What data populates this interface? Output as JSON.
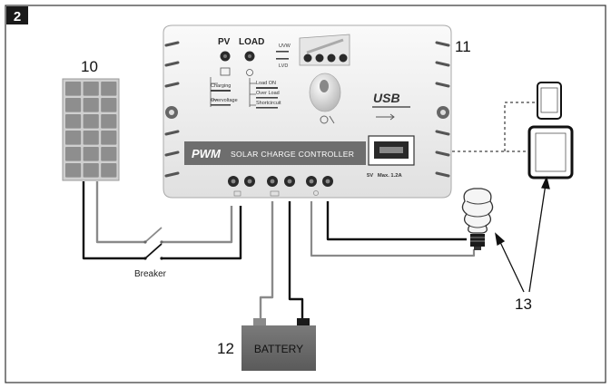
{
  "figure": {
    "badge": "2",
    "callouts": {
      "solar_panel": "10",
      "controller": "11",
      "battery": "12",
      "devices": "13"
    }
  },
  "controller": {
    "pv_label": "PV",
    "load_label": "LOAD",
    "uvw_label": "UVW",
    "lvd_label": "LVD",
    "charging_label": "Charging",
    "overvoltage_label": "Overvoltage",
    "load_on_label": "Load ON",
    "over_load_label": "Over Load",
    "short_circuit_label": "Shortcircuit",
    "usb_logo": "USB",
    "title_pwm": "PWM",
    "title_rest": "SOLAR CHARGE CONTROLLER",
    "usb_spec": "5V   Max. 1.2A"
  },
  "breaker_label": "Breaker",
  "battery_label": "BATTERY",
  "colors": {
    "frame": "#333333",
    "badge_bg": "#1a1a1a",
    "wire_black": "#111111",
    "wire_grey": "#8a8a8a",
    "panel_cell": "#8e8e8e",
    "battery_body": "#6b6b6b",
    "controller_body": "#f2f2f2",
    "controller_band": "#6e6e6e"
  }
}
